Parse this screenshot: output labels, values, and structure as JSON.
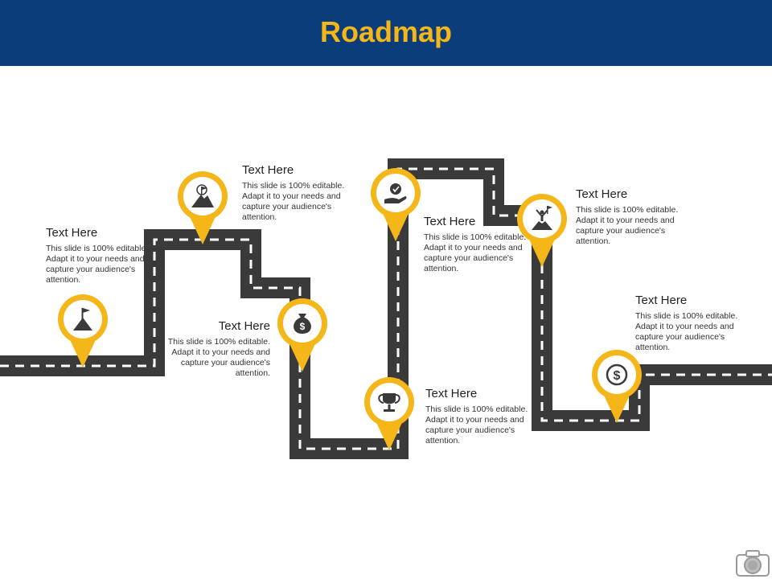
{
  "page": {
    "title": "Roadmap"
  },
  "colors": {
    "header": "#0b3d7a",
    "title": "#f5b619",
    "road": "#3a3a3a",
    "lane": "#ffffff",
    "pin": "#f5b619"
  },
  "milestones": [
    {
      "heading": "Text Here",
      "body": "This slide is 100% editable. Adapt it to your needs and capture your audience's attention.",
      "icon": "mountain-flag-icon"
    },
    {
      "heading": "Text Here",
      "body": "This slide is 100% editable. Adapt it to your needs and capture your audience's attention.",
      "icon": "mountain-peak-flag-icon"
    },
    {
      "heading": "Text Here",
      "body": "This slide is 100% editable. Adapt it to your needs and capture your audience's attention.",
      "icon": "money-bag-icon"
    },
    {
      "heading": "Text Here",
      "body": "This slide is 100% editable. Adapt it to your needs and capture your audience's attention.",
      "icon": "trophy-icon"
    },
    {
      "heading": "Text Here",
      "body": "This slide is 100% editable. Adapt it to your needs and capture your audience's attention.",
      "icon": "hand-badge-icon"
    },
    {
      "heading": "Text Here",
      "body": "This slide is 100% editable. Adapt it to your needs and capture your audience's attention.",
      "icon": "person-summit-icon"
    },
    {
      "heading": "Text Here",
      "body": "This slide is 100% editable. Adapt it to your needs and capture your audience's attention.",
      "icon": "dollar-coin-icon"
    }
  ],
  "corner_icon": "camera-icon"
}
